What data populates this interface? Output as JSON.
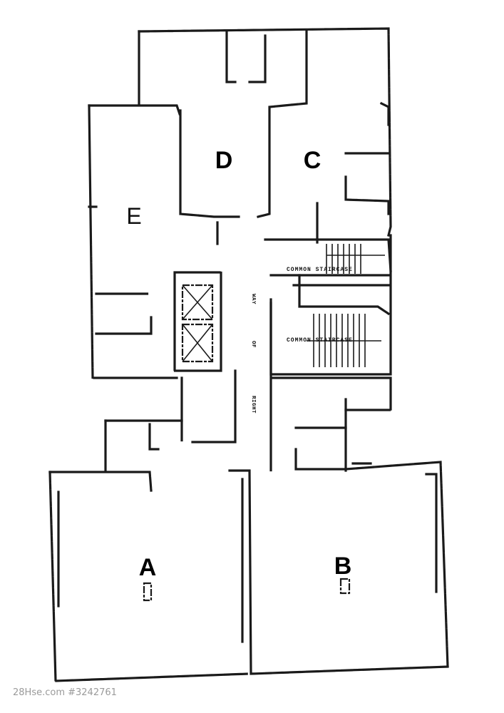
{
  "units": {
    "a": "A",
    "b": "B",
    "c": "C",
    "d": "D",
    "e": "E"
  },
  "labels": {
    "common_staircase_upper": "COMMON STAIRCASE",
    "common_staircase_lower": "COMMON STAIRCASE",
    "right_of_way": [
      "WAY",
      "OF",
      "RIGHT"
    ]
  },
  "watermark": "28Hse.com #3242761"
}
